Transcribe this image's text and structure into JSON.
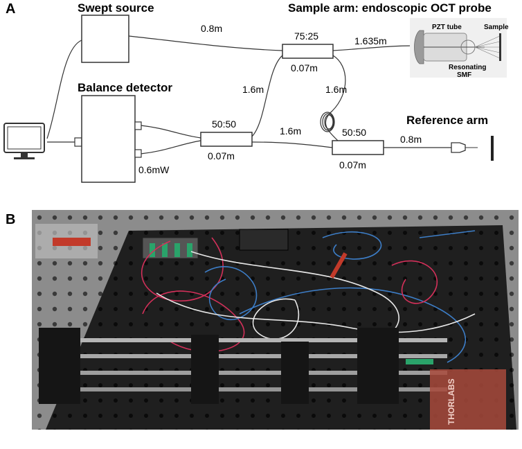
{
  "panel_a": {
    "letter": "A",
    "swept_source": "Swept source",
    "balance_detector": "Balance detector",
    "sample_arm_title": "Sample arm: endoscopic OCT probe",
    "reference_arm_title": "Reference arm",
    "coupler_75_25": {
      "ratio": "75:25",
      "length": "0.07m"
    },
    "coupler_50_50_left": {
      "ratio": "50:50",
      "length": "0.07m"
    },
    "coupler_50_50_right": {
      "ratio": "50:50",
      "length": "0.07m"
    },
    "fiber_source_to_coupler": "0.8m",
    "fiber_to_probe": "1.635m",
    "fiber_coupler_down": "1.6m",
    "fiber_loop": "1.6m",
    "fiber_between_50_50": "1.6m",
    "fiber_reference": "0.8m",
    "detector_power": "0.6mW",
    "probe": {
      "pzt_tube": "PZT tube",
      "sample": "Sample",
      "resonating_line1": "Resonating",
      "resonating_line2": "SMF"
    }
  },
  "panel_b": {
    "letter": "B",
    "photo_description_icon": "optical-bench-photo",
    "label_card_text": "THORLABS",
    "colors": {
      "bench": "#1c1c1c",
      "table": "#8f8f8f",
      "fiber_red": "#d4305a",
      "fiber_blue": "#3d7ec8",
      "fiber_white": "#e8e8e8",
      "connector_green": "#2aa36a"
    }
  }
}
